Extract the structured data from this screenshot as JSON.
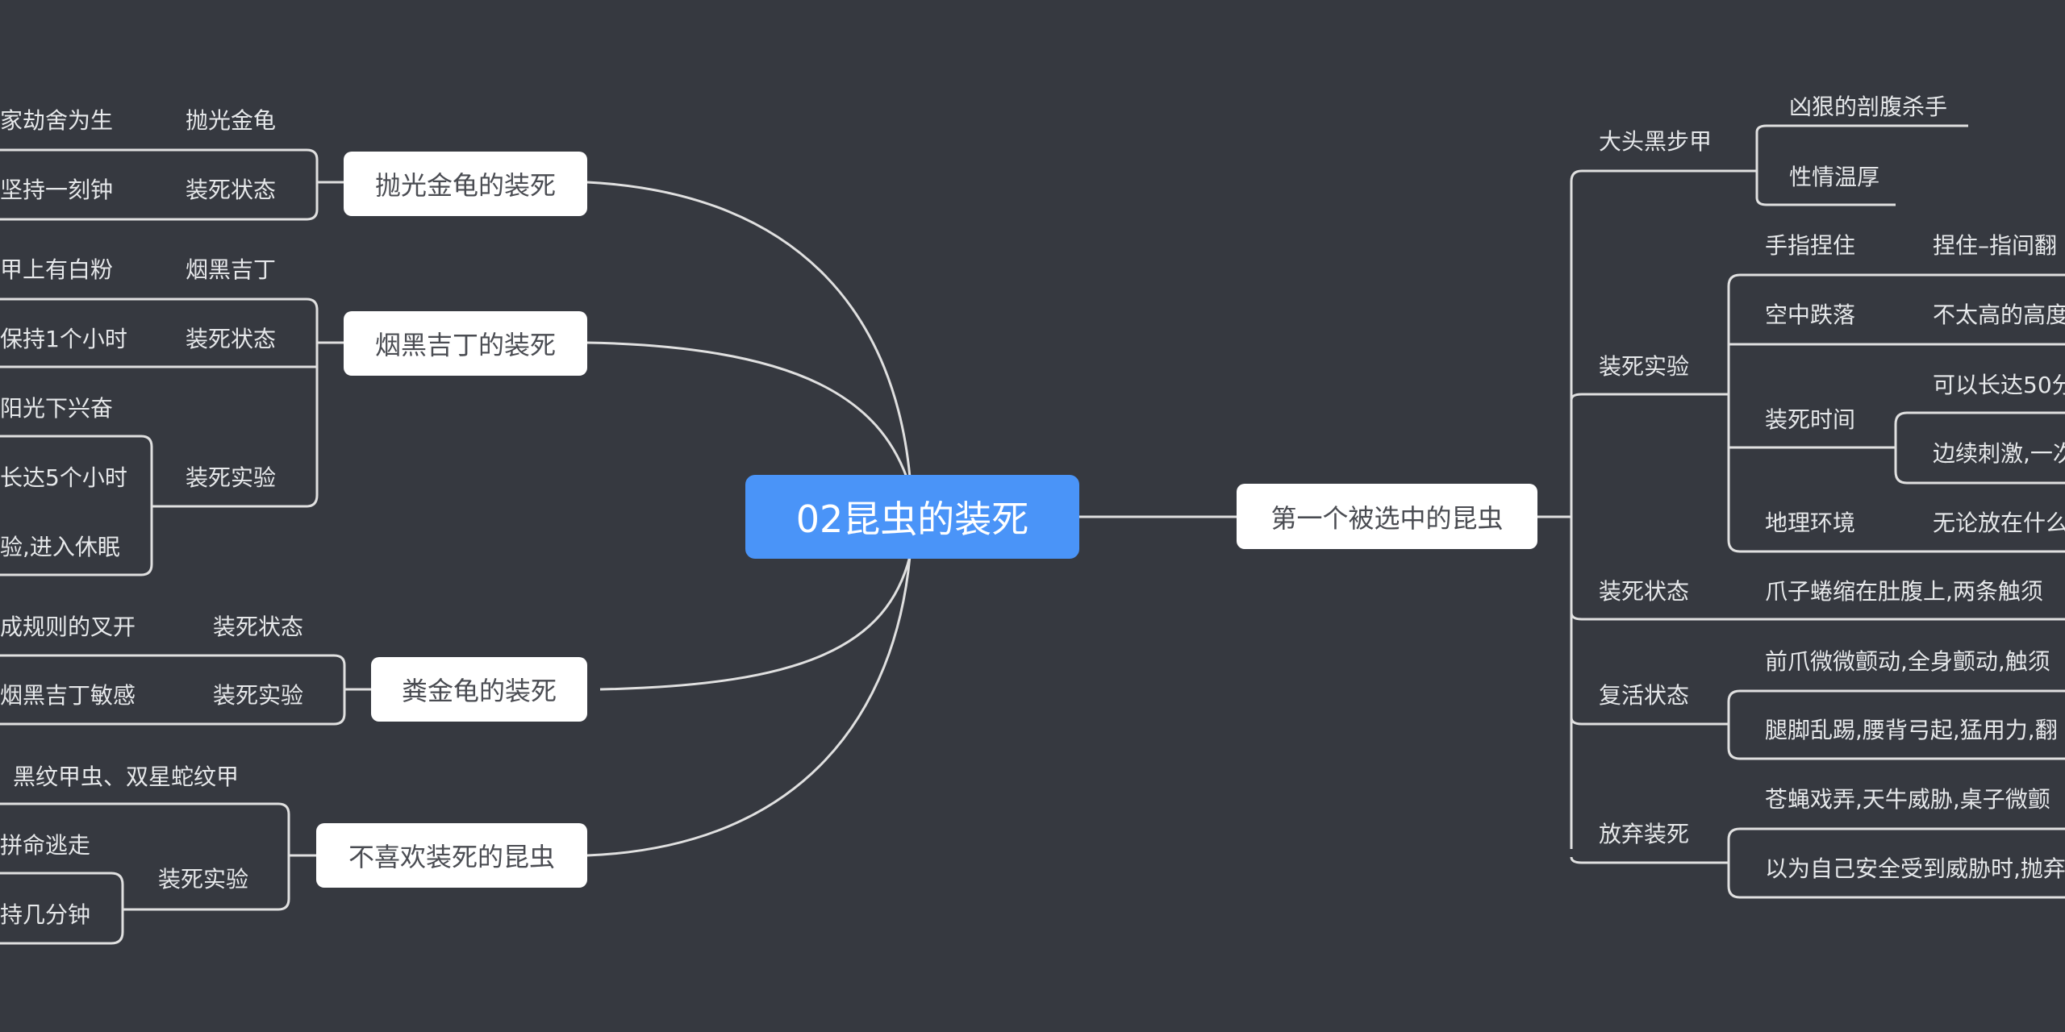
{
  "root": {
    "title": "02昆虫的装死"
  },
  "right": {
    "main": "第一个被选中的昆虫",
    "branches": {
      "datou": {
        "label": "大头黑步甲",
        "items": [
          "凶狠的剖腹杀手",
          "性情温厚"
        ]
      },
      "experiment": {
        "label": "装死实验",
        "sub1": "手指捏住",
        "sub1_val": "捏住–指间翻",
        "sub2": "空中跌落",
        "sub2_val": "不太高的高度",
        "sub3": "装死时间",
        "sub3_val1": "可以长达50分",
        "sub3_val2": "边续刺激,一次",
        "sub4": "地理环境",
        "sub4_val": "无论放在什么"
      },
      "state": {
        "label": "装死状态",
        "val": "爪子蜷缩在肚腹上,两条触须"
      },
      "revive": {
        "label": "复活状态",
        "val1": "前爪微微颤动,全身颤动,触须",
        "val2": "腿脚乱踢,腰背弓起,猛用力,翻"
      },
      "giveup": {
        "label": "放弃装死",
        "val1": "苍蝇戏弄,天牛威胁,桌子微颤",
        "val2": "以为自己安全受到威胁时,抛弃"
      }
    }
  },
  "left": {
    "n1": {
      "main": "抛光金龟的装死",
      "sub1": "抛光金龟",
      "sub1_val": "家劫舍为生",
      "sub2": "装死状态",
      "sub2_val": "坚持一刻钟"
    },
    "n2": {
      "main": "烟黑吉丁的装死",
      "sub1": "烟黑吉丁",
      "sub1_val": "甲上有白粉",
      "sub2": "装死状态",
      "sub2_val": "保持1个小时",
      "sub3": "装死实验",
      "sub3_val1": "阳光下兴奋",
      "sub3_val2": "长达5个小时",
      "sub3_val3": "验,进入休眠"
    },
    "n3": {
      "main": "粪金龟的装死",
      "sub1": "装死状态",
      "sub1_val": "成规则的叉开",
      "sub2": "装死实验",
      "sub2_val": "烟黑吉丁敏感"
    },
    "n4": {
      "main": "不喜欢装死的昆虫",
      "top": "黑纹甲虫、双星蛇纹甲",
      "sub": "装死实验",
      "sub_val1": "拼命逃走",
      "sub_val2": "持几分钟"
    }
  },
  "colors": {
    "background": "#363940",
    "root": "#4a94f8",
    "line": "#e0e0e0",
    "node": "#ffffff"
  }
}
